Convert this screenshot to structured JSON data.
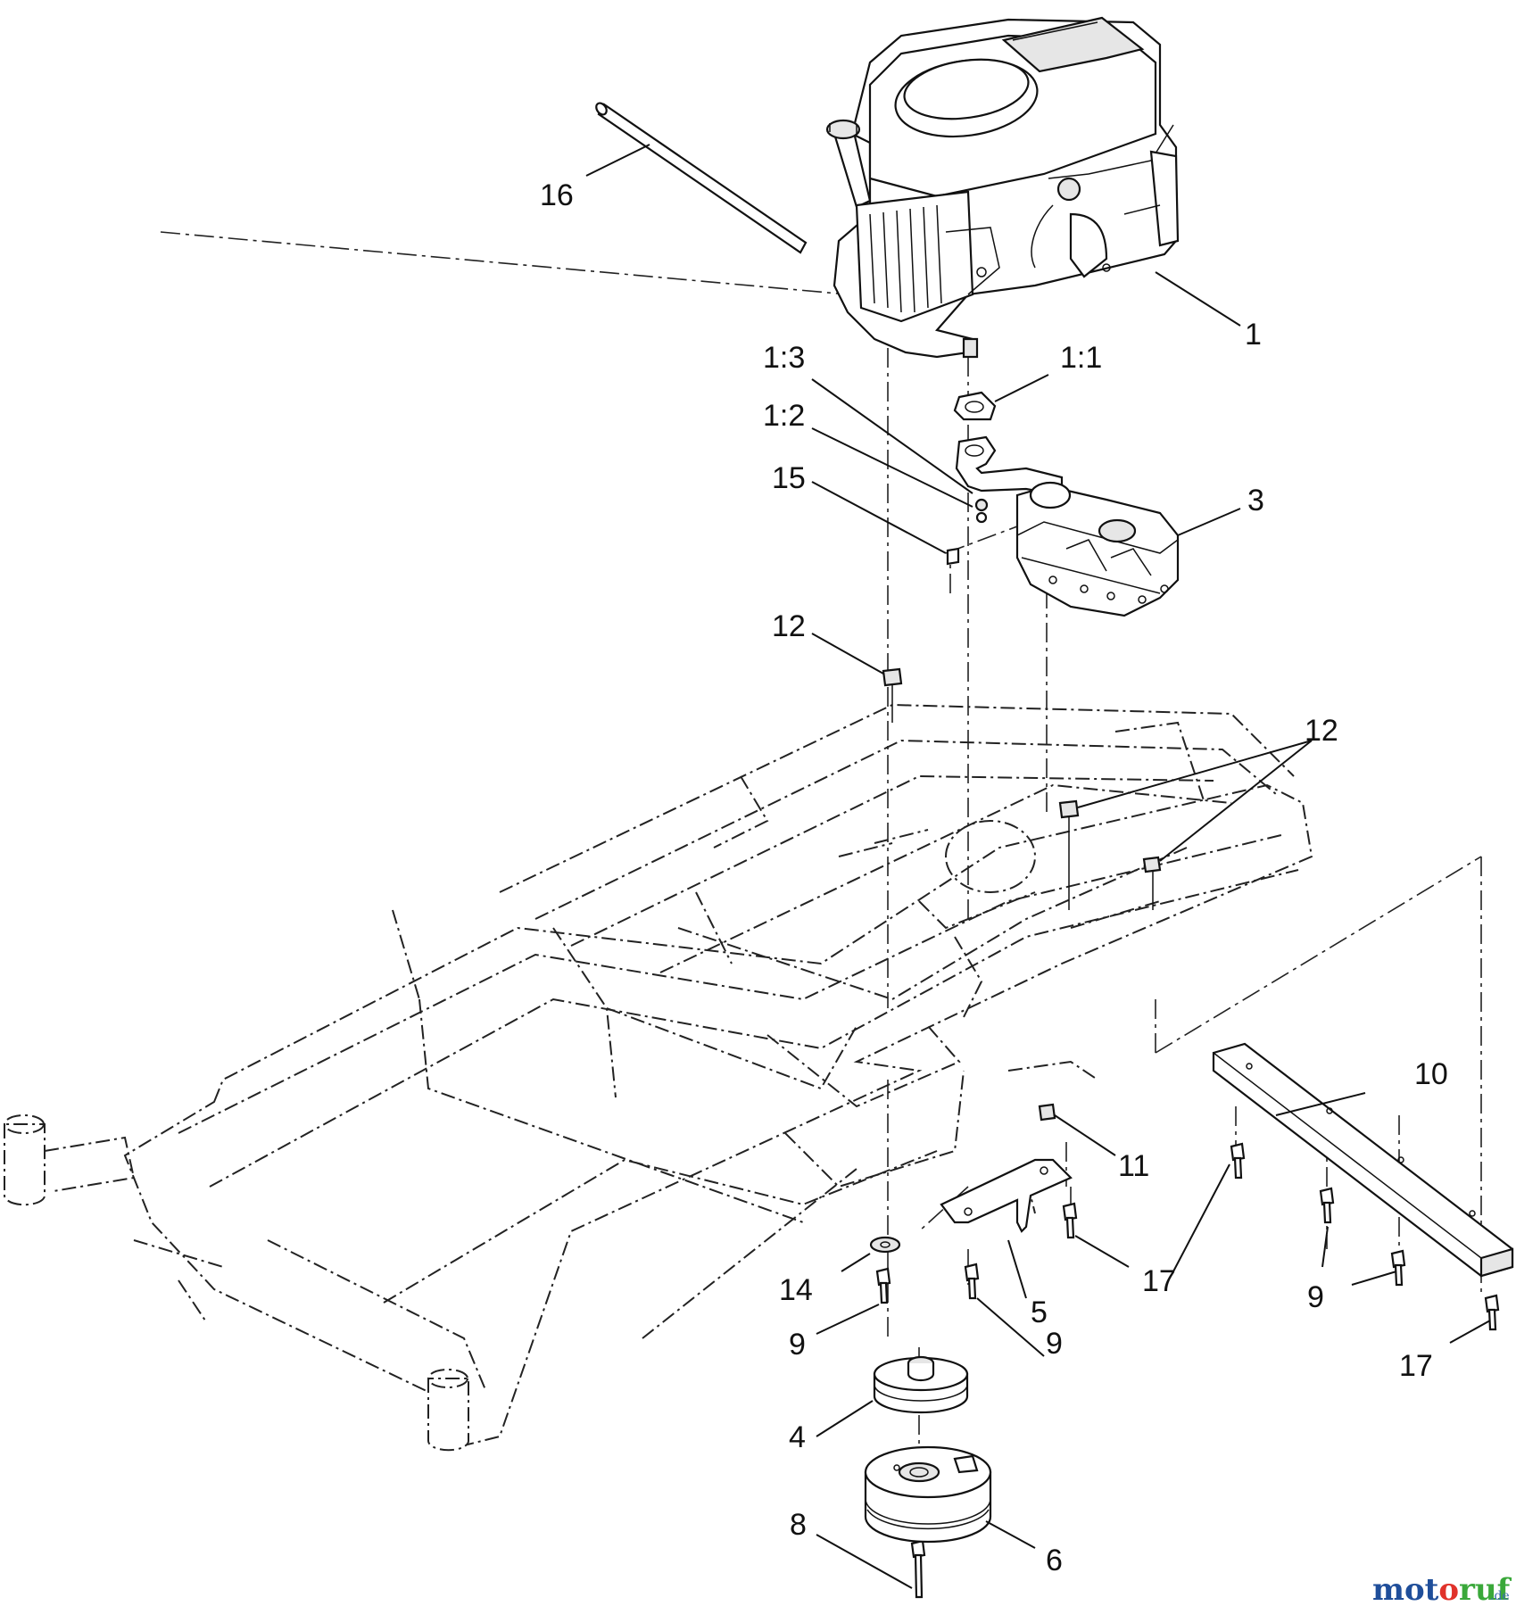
{
  "callouts": {
    "c1": "1",
    "c1_1": "1:1",
    "c1_2": "1:2",
    "c1_3": "1:3",
    "c3": "3",
    "c4": "4",
    "c5": "5",
    "c6": "6",
    "c8": "8",
    "c9a": "9",
    "c9b": "9",
    "c9c": "9",
    "c10": "10",
    "c11": "11",
    "c12a": "12",
    "c12b": "12",
    "c14": "14",
    "c15": "15",
    "c16": "16",
    "c17a": "17",
    "c17b": "17"
  },
  "watermark": {
    "part1": "mot",
    "part2": "o",
    "part3": "ruf",
    "suffix": ".de",
    "colors": [
      "#1f4e9a",
      "#e0322a",
      "#3aa83a"
    ]
  }
}
